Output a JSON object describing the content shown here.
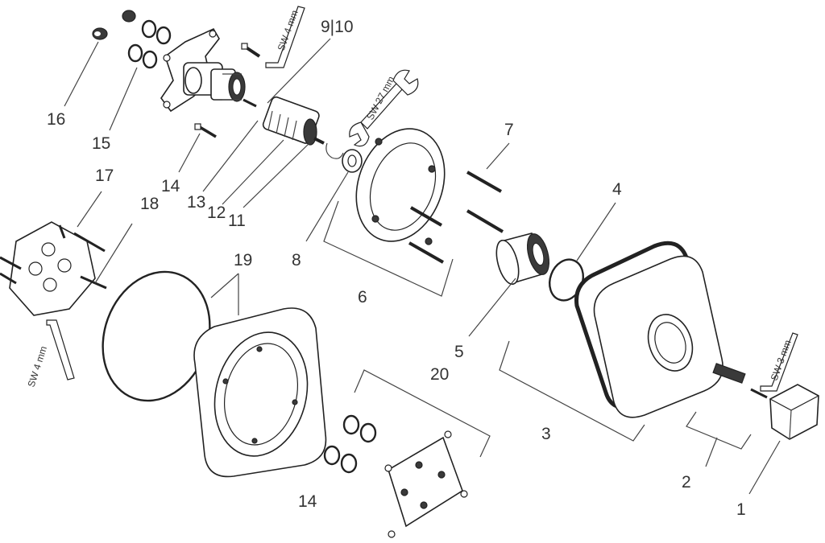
{
  "labels": {
    "l1": "1",
    "l2": "2",
    "l3": "3",
    "l4": "4",
    "l5": "5",
    "l6": "6",
    "l7": "7",
    "l8": "8",
    "l910": "9|10",
    "l11": "11",
    "l12": "12",
    "l13": "13",
    "l14a": "14",
    "l14b": "14",
    "l15": "15",
    "l16": "16",
    "l17": "17",
    "l18": "18",
    "l19": "19",
    "l20": "20"
  },
  "tools": {
    "sw4_top": "SW 4 mm",
    "sw27": "SW 27 mm",
    "sw4_left": "SW 4 mm",
    "sw3": "SW 3 mm"
  }
}
